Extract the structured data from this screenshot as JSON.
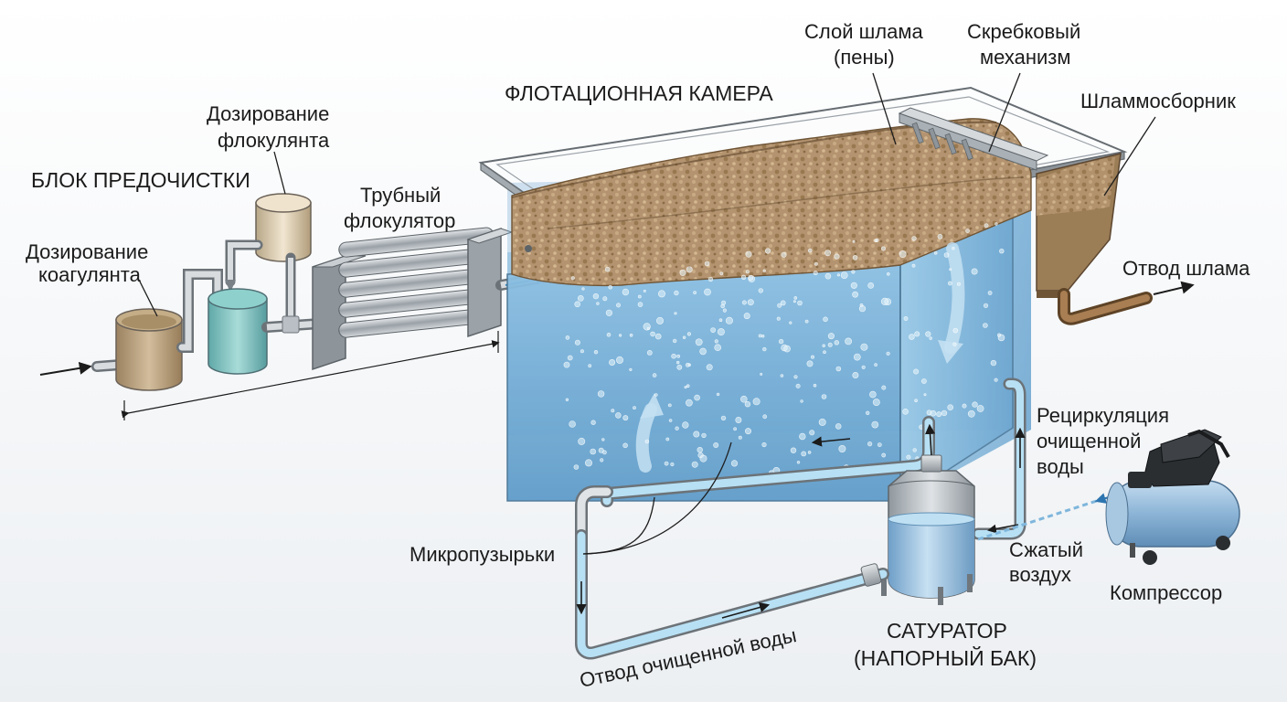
{
  "labels": {
    "pretreatment_block": "БЛОК ПРЕДОЧИСТКИ",
    "coagulant_line1": "Дозирование",
    "coagulant_line2": "коагулянта",
    "flocculant_line1": "Дозирование",
    "flocculant_line2": "флокулянта",
    "tube_flocculator_line1": "Трубный",
    "tube_flocculator_line2": "флокулятор",
    "flotation_chamber": "ФЛОТАЦИОННАЯ КАМЕРА",
    "sludge_layer_line1": "Слой шлама",
    "sludge_layer_line2": "(пены)",
    "scraper_line1": "Скребковый",
    "scraper_line2": "механизм",
    "sludge_collector": "Шламмосборник",
    "sludge_outlet": "Отвод шлама",
    "recirculation_line1": "Рециркуляция",
    "recirculation_line2": "очищенной",
    "recirculation_line3": "воды",
    "compressed_air_line1": "Сжатый",
    "compressed_air_line2": "воздух",
    "compressor": "Компрессор",
    "saturator_line1": "САТУРАТОР",
    "saturator_line2": "(НАПОРНЫЙ БАК)",
    "microbubbles": "Микропузырьки",
    "treated_water_outlet": "Отвод очищенной воды"
  },
  "colors": {
    "water": "#7fb6dc",
    "water_dark": "#4b8dbd",
    "sludge": "#a98b62",
    "sludge_dark": "#6f5536",
    "steel": "#a4abb1",
    "steel_dark": "#6f767c",
    "pipe": "#b0dcf2",
    "sludge_pipe": "#8f6b45",
    "compressor_tank": "#8fb7d8"
  },
  "icons": [
    "inlet-arrow-icon",
    "flow-arrow-icon",
    "outlet-arrow-icon",
    "compressor-icon",
    "saturator-tank-icon"
  ]
}
